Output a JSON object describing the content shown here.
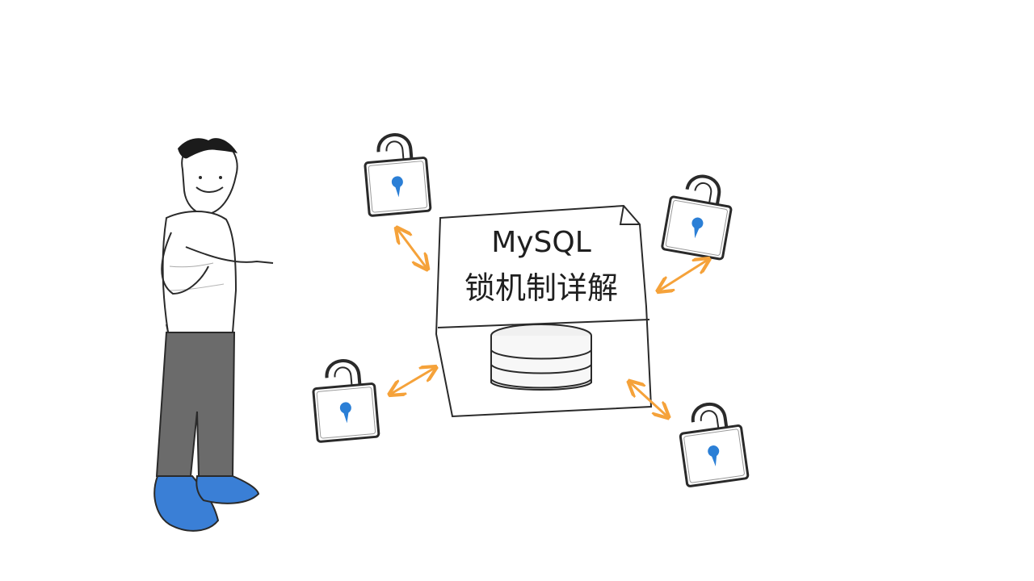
{
  "document_card": {
    "title_line_1": "MySQL",
    "title_line_2": "锁机制详解"
  },
  "icons": {
    "person": "person-pointing-illustration",
    "database": "database-cylinder-icon",
    "lock": "padlock-icon",
    "arrow": "double-headed-arrow-icon"
  },
  "colors": {
    "arrow": "#f5a23a",
    "keyhole": "#2b7fd6",
    "shoes": "#3a7fd6",
    "pants": "#6b6b6b",
    "ink": "#2a2a2a"
  }
}
